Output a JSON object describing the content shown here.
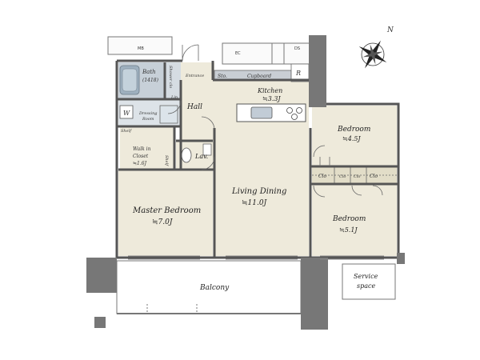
{
  "rooms": {
    "bath": {
      "name": "Bath",
      "size": "(1418)"
    },
    "shower_clo": "Shower clo",
    "entrance": "Entrance",
    "sto": "Sto.",
    "cupboard": "Cupboard",
    "refrigerator": "R",
    "kitchen": {
      "name": "Kitchen",
      "size": "≒3.3J"
    },
    "hall": "Hall",
    "wash": "W",
    "lin": "Lin",
    "dressing": {
      "line1": "Dressing",
      "line2": "Room"
    },
    "shelf_upper": "Shelf",
    "walk_in_closet": {
      "line1": "Walk in",
      "line2": "Closet",
      "size": "≒1.6J"
    },
    "shelf_side": "Shelf",
    "lav": "Lav.",
    "bedroom_top": {
      "name": "Bedroom",
      "size": "≒4.5J"
    },
    "living_dining": {
      "name": "Living Dining",
      "size": "≒11.0J"
    },
    "clo_1": "Clo",
    "clo_2": "Clo",
    "clo_3": "Clo",
    "clo_4": "Clo",
    "master_bedroom": {
      "name": "Master Bedroom",
      "size": "≒7.0J"
    },
    "bedroom_bottom": {
      "name": "Bedroom",
      "size": "≒5.1J"
    },
    "balcony": "Balcony",
    "service_space": {
      "line1": "Service",
      "line2": "space"
    },
    "mb": "MB",
    "ec": "EC",
    "ds": "DS"
  },
  "compass": {
    "north": "N"
  },
  "colors": {
    "room_fill": "#eeeadb",
    "wall": "#555555",
    "wet_area": "#c7d0d8",
    "counter": "#aeb7c0",
    "column": "#777777"
  }
}
